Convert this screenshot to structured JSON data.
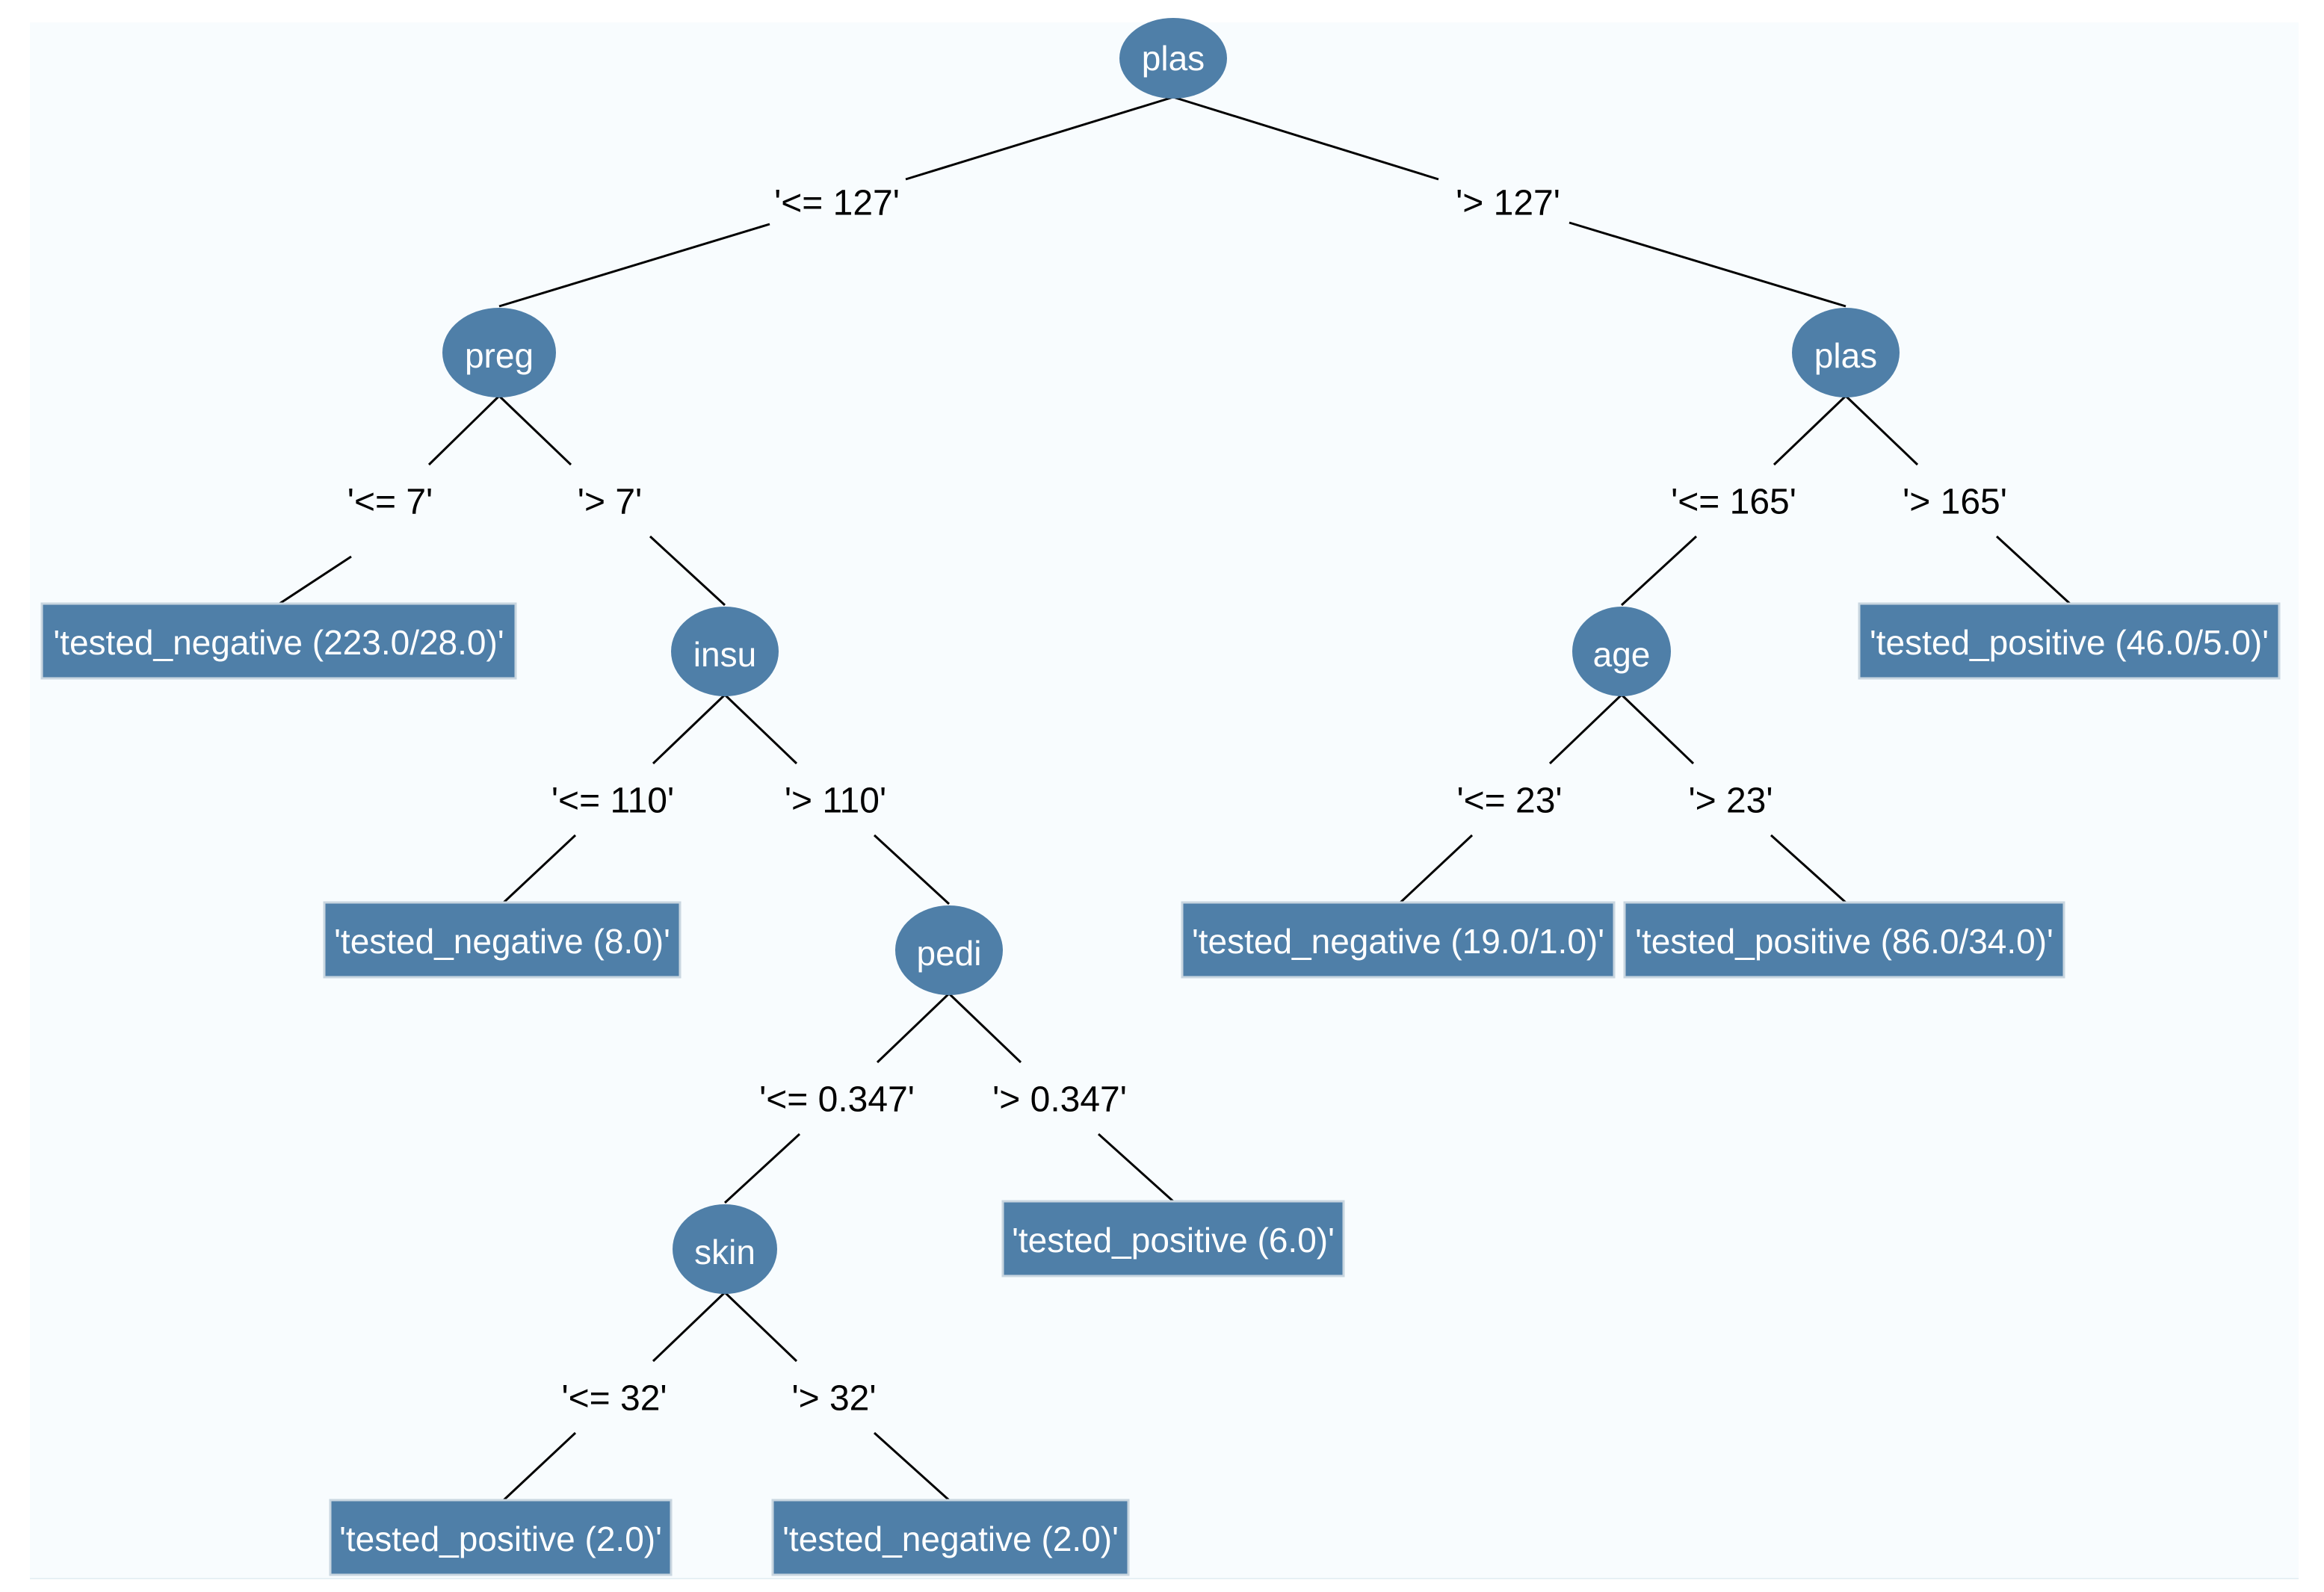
{
  "tree": {
    "nodes": {
      "root": "plas",
      "preg": "preg",
      "plas2": "plas",
      "insu": "insu",
      "age": "age",
      "pedi": "pedi",
      "skin": "skin"
    },
    "leaves": {
      "leaf1": "'tested_negative (223.0/28.0)'",
      "leaf2": "'tested_negative (8.0)'",
      "leaf3": "'tested_positive (2.0)'",
      "leaf4": "'tested_negative (2.0)'",
      "leaf5": "'tested_positive (6.0)'",
      "leaf6": "'tested_negative (19.0/1.0)'",
      "leaf7": "'tested_positive (86.0/34.0)'",
      "leaf8": "'tested_positive (46.0/5.0)'"
    },
    "edges": {
      "root_le": "'<= 127'",
      "root_gt": "'> 127'",
      "preg_le": "'<= 7'",
      "preg_gt": "'> 7'",
      "insu_le": "'<= 110'",
      "insu_gt": "'> 110'",
      "pedi_le": "'<= 0.347'",
      "pedi_gt": "'> 0.347'",
      "skin_le": "'<= 32'",
      "skin_gt": "'> 32'",
      "plas2_le": "'<= 165'",
      "plas2_gt": "'> 165'",
      "age_le": "'<= 23'",
      "age_gt": "'> 23'"
    }
  },
  "colors": {
    "node_fill": "#4f7fa8",
    "edge": "#000000",
    "background": "#f8fcfe"
  }
}
